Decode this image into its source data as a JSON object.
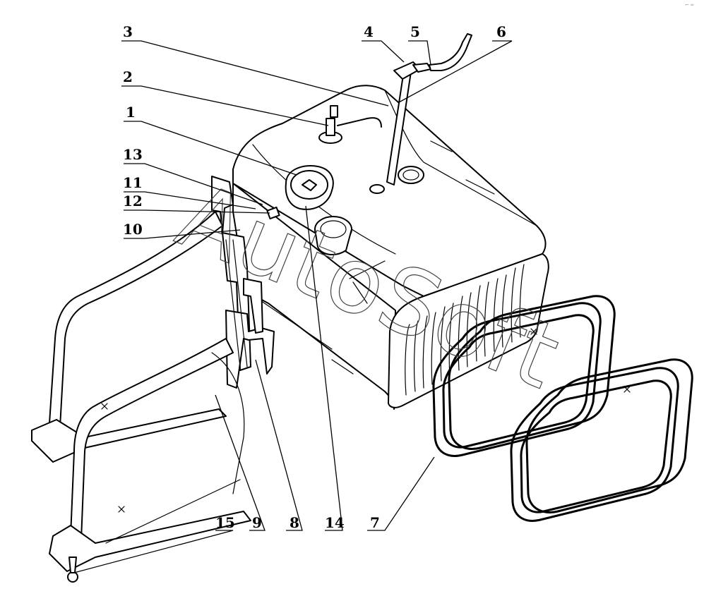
{
  "diagram": {
    "callouts": [
      {
        "id": "c3",
        "label": "3"
      },
      {
        "id": "c4",
        "label": "4"
      },
      {
        "id": "c5",
        "label": "5"
      },
      {
        "id": "c6",
        "label": "6"
      },
      {
        "id": "c2",
        "label": "2"
      },
      {
        "id": "c1",
        "label": "1"
      },
      {
        "id": "c13",
        "label": "13"
      },
      {
        "id": "c11",
        "label": "11"
      },
      {
        "id": "c12",
        "label": "12"
      },
      {
        "id": "c10",
        "label": "10"
      },
      {
        "id": "c9",
        "label": "9"
      },
      {
        "id": "c8",
        "label": "8"
      },
      {
        "id": "c14",
        "label": "14"
      },
      {
        "id": "c7",
        "label": "7"
      },
      {
        "id": "c15",
        "label": "15"
      }
    ],
    "watermark": "AutoSoft",
    "corner_mark": "⌐ ═"
  }
}
